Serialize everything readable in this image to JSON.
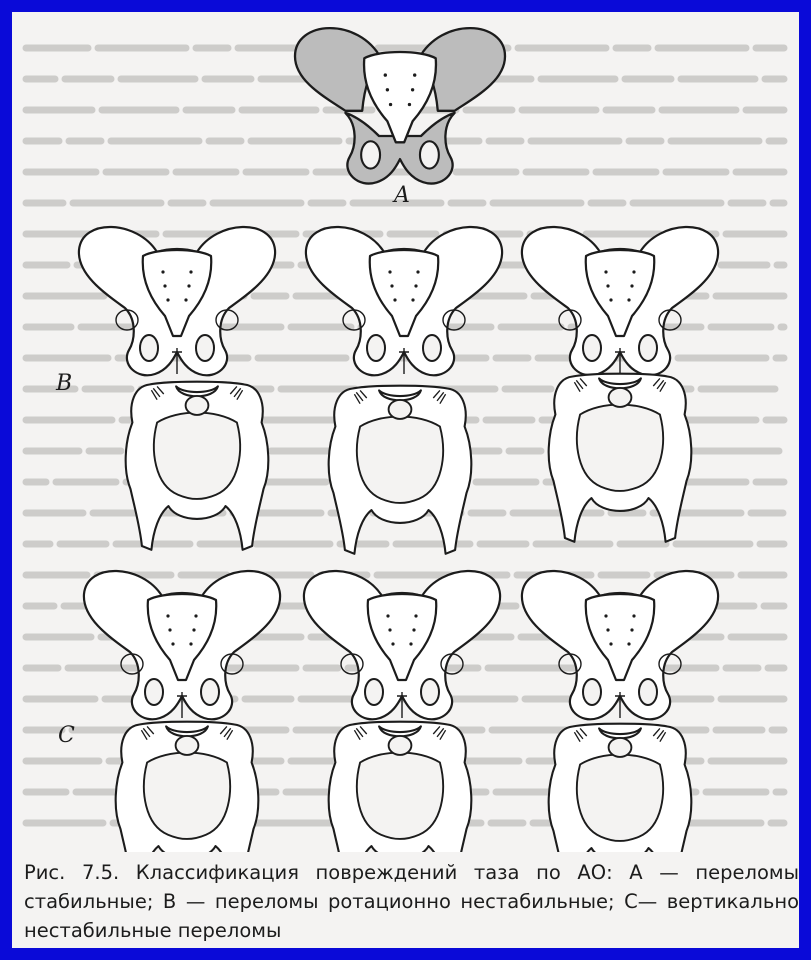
{
  "figure": {
    "labels": {
      "a": "A",
      "b": "B",
      "c": "C"
    },
    "caption": "Рис. 7.5. Классификация повреждений таза по АО: A — переломы стабильные; B — переломы ротационно нестабильные; C— вертикально нестабильные переломы"
  },
  "colors": {
    "frame": "#0a0ad8",
    "page": "#f4f3f2",
    "ink": "#1c1c1c",
    "hatch": "#bcbcbc"
  }
}
